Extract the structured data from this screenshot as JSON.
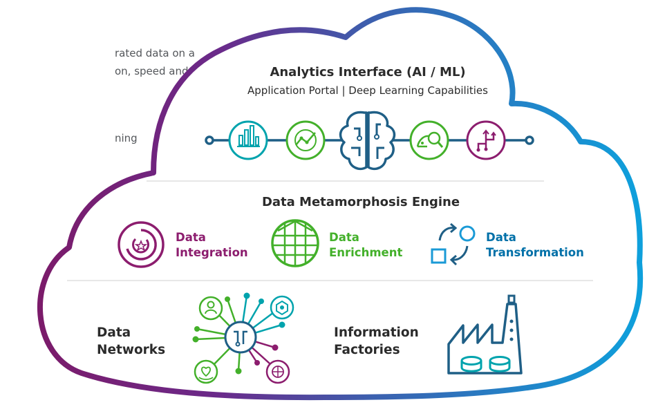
{
  "left_text": {
    "line1": "rated data on a",
    "line2": "on, speed and",
    "line3": "ning"
  },
  "analytics": {
    "title": "Analytics Interface (AI / ML)",
    "subtitle": "Application Portal | Deep Learning Capabilities",
    "icons": [
      "bar-chart-icon",
      "trend-line-icon",
      "brain-circuit-icon",
      "magnify-chart-icon",
      "branching-arrows-icon"
    ]
  },
  "engine": {
    "title": "Data Metamorphosis Engine",
    "items": [
      {
        "line1": "Data",
        "line2": "Integration",
        "icon": "maze-icon",
        "color": "#8c1d6e"
      },
      {
        "line1": "Data",
        "line2": "Enrichment",
        "icon": "globe-grid-icon",
        "color": "#43b02a"
      },
      {
        "line1": "Data",
        "line2": "Transformation",
        "icon": "transform-cycle-icon",
        "color": "#0070a8"
      }
    ]
  },
  "bottom": {
    "networks": {
      "line1": "Data",
      "line2": "Networks"
    },
    "factories": {
      "line1": "Information",
      "line2": "Factories"
    }
  },
  "colors": {
    "purple": "#8c1d6e",
    "green": "#43b02a",
    "teal": "#00a3ad",
    "navy": "#1f5f86",
    "blue": "#1a9ad6",
    "dark_text": "#2b2b2b"
  }
}
